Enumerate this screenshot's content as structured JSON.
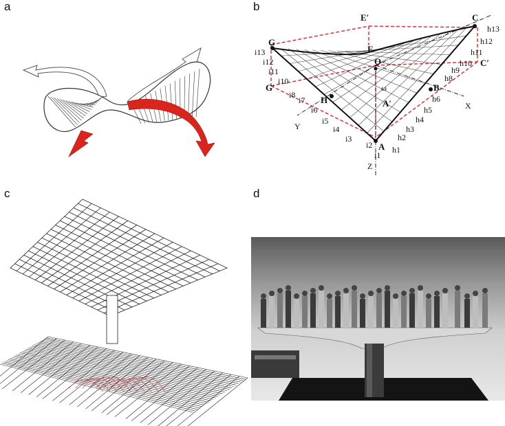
{
  "panels": {
    "a": {
      "label": "a"
    },
    "b": {
      "label": "b",
      "points": {
        "E_prime": "E′",
        "C": "C",
        "G": "G",
        "E": "E",
        "O": "O",
        "C_prime": "C′",
        "G_prime": "G′",
        "omega": "ω",
        "B": "B",
        "H": "H",
        "A_prime": "A′",
        "A": "A",
        "X": "X",
        "Y": "Y",
        "Z": "Z"
      },
      "i_labels": [
        "i1",
        "i2",
        "i3",
        "i4",
        "i5",
        "i6",
        "i7",
        "i8",
        "i10",
        "i11",
        "i12",
        "i13"
      ],
      "h_labels": [
        "h1",
        "h2",
        "h3",
        "h4",
        "h5",
        "h6",
        "h8",
        "h9",
        "h10",
        "h11",
        "h12",
        "h13"
      ],
      "colors": {
        "frame": "#d42b2b",
        "edge": "#111111"
      }
    },
    "c": {
      "label": "c"
    },
    "d": {
      "label": "d"
    }
  },
  "colors": {
    "arrow_red": "#d9251c"
  }
}
